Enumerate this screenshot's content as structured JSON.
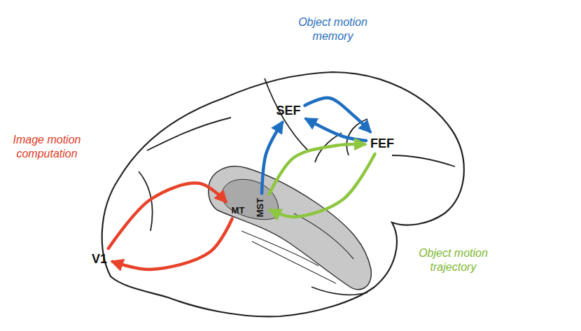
{
  "diagram": {
    "nodes": [
      {
        "text": [
          "SEF"
        ]
      },
      {
        "text": [
          "FEF"
        ]
      },
      {
        "text": [
          "MT"
        ]
      },
      {
        "text": [
          "MST"
        ]
      },
      {
        "text": [
          "V1"
        ]
      }
    ],
    "edges": [
      {
        "from": 4,
        "to": 2,
        "arrow": "to"
      },
      {
        "from": 2,
        "to": 4,
        "arrow": "to"
      },
      {
        "from": 3,
        "to": 0,
        "arrow": "to"
      },
      {
        "from": 0,
        "to": 1,
        "arrow": "to"
      },
      {
        "from": 1,
        "to": 0,
        "arrow": "to"
      },
      {
        "from": 3,
        "to": 1,
        "arrow": "to"
      },
      {
        "from": 1,
        "to": 3,
        "arrow": "to"
      }
    ],
    "labels": [
      "Image motion computation",
      "Object motion memory",
      "Object motion trajectory"
    ]
  }
}
